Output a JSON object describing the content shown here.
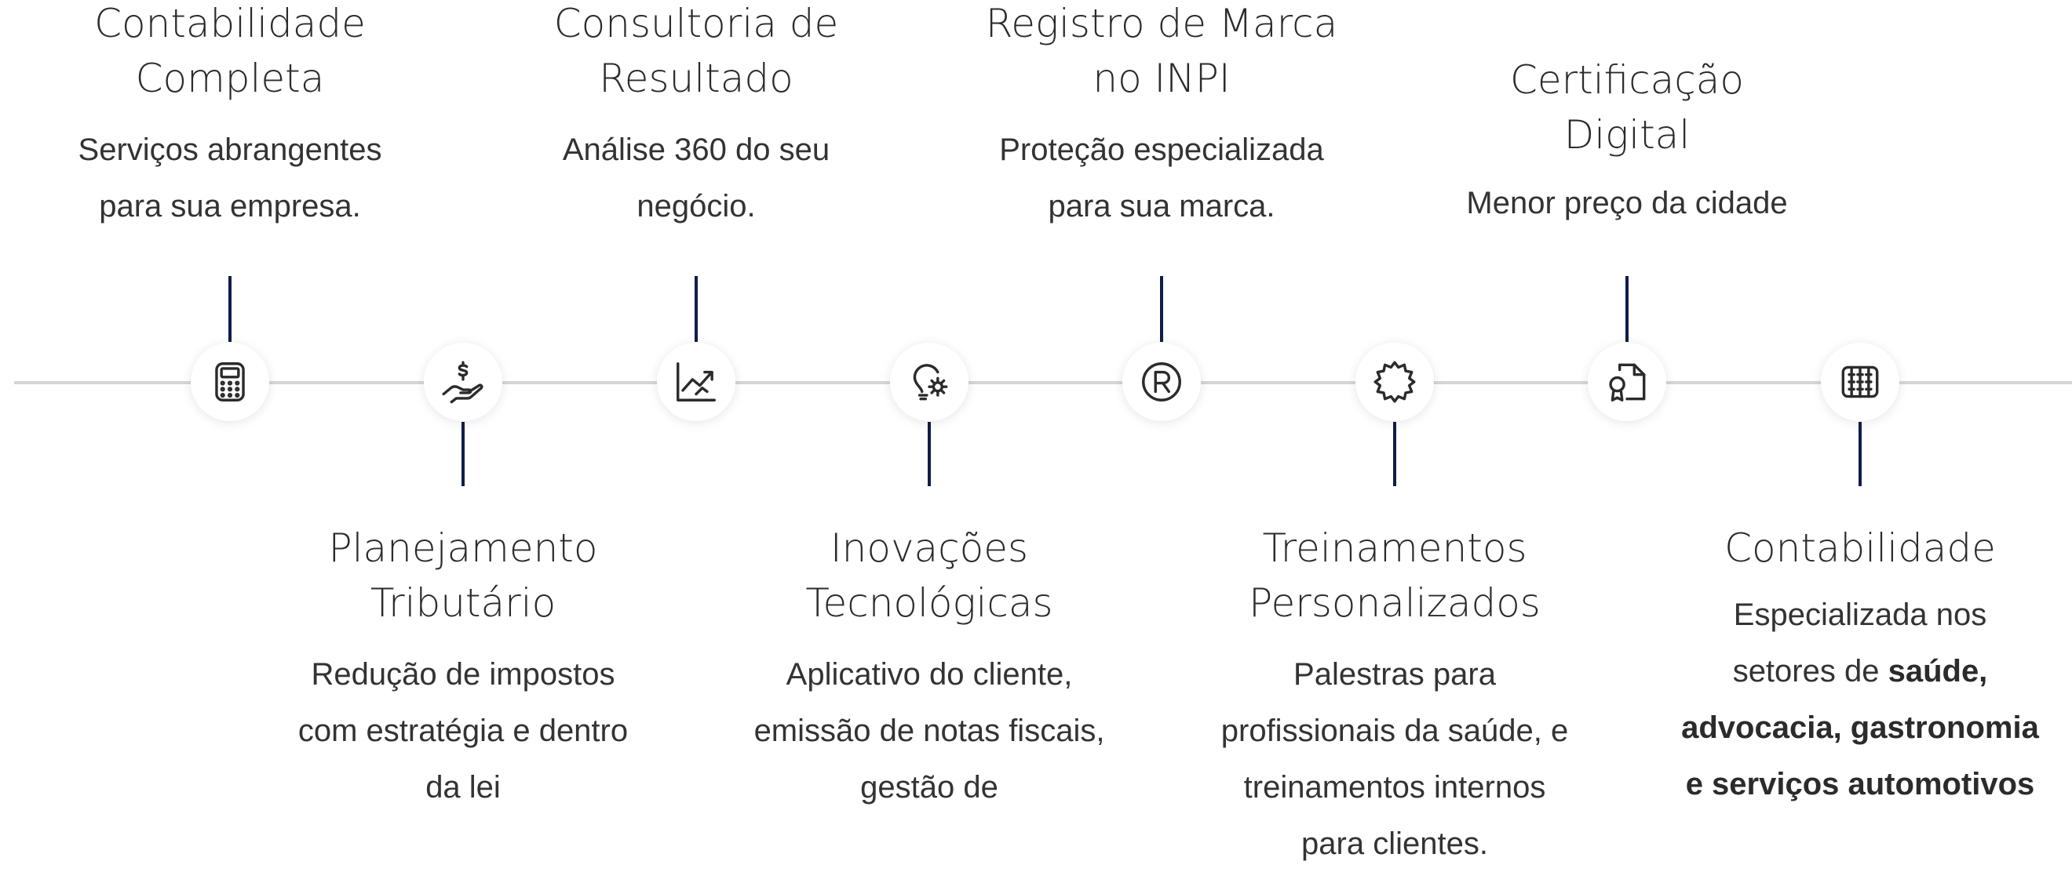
{
  "timeline": {
    "accent_color": "#0f1d4a",
    "line_color": "#d6d6d6",
    "items": [
      {
        "title": "Contabilidade\nCompleta",
        "description": "Serviços abrangentes para sua empresa.",
        "icon": "calculator-icon",
        "position": "top"
      },
      {
        "title": "Planejamento\nTributário",
        "description": "Redução de impostos com estratégia e dentro da lei",
        "icon": "hand-dollar-icon",
        "position": "bottom"
      },
      {
        "title": "Consultoria de\nResultado",
        "description": "Análise 360 do seu negócio.",
        "icon": "chart-growth-icon",
        "position": "top"
      },
      {
        "title": "Inovações\nTecnológicas",
        "description": "Aplicativo do cliente, emissão de notas fiscais, gestão de",
        "icon": "lightbulb-gear-icon",
        "position": "bottom"
      },
      {
        "title": "Registro de Marca\nno INPI",
        "description": "Proteção especializada para sua marca.",
        "icon": "registered-trademark-icon",
        "position": "top"
      },
      {
        "title": "Treinamentos\nPersonalizados",
        "description": "Palestras para profissionais da saúde, e treinamentos internos para clientes.",
        "icon": "badge-icon",
        "position": "bottom"
      },
      {
        "title": "Certificação\nDigital",
        "description": "Menor preço da cidade",
        "icon": "certificate-icon",
        "position": "top"
      },
      {
        "title": "Contabilidade",
        "description_prefix": "Especializada nos setores de ",
        "description_bold": "saúde, advocacia, gastronomia e serviços automotivos",
        "icon": "abacus-icon",
        "position": "bottom"
      }
    ]
  }
}
